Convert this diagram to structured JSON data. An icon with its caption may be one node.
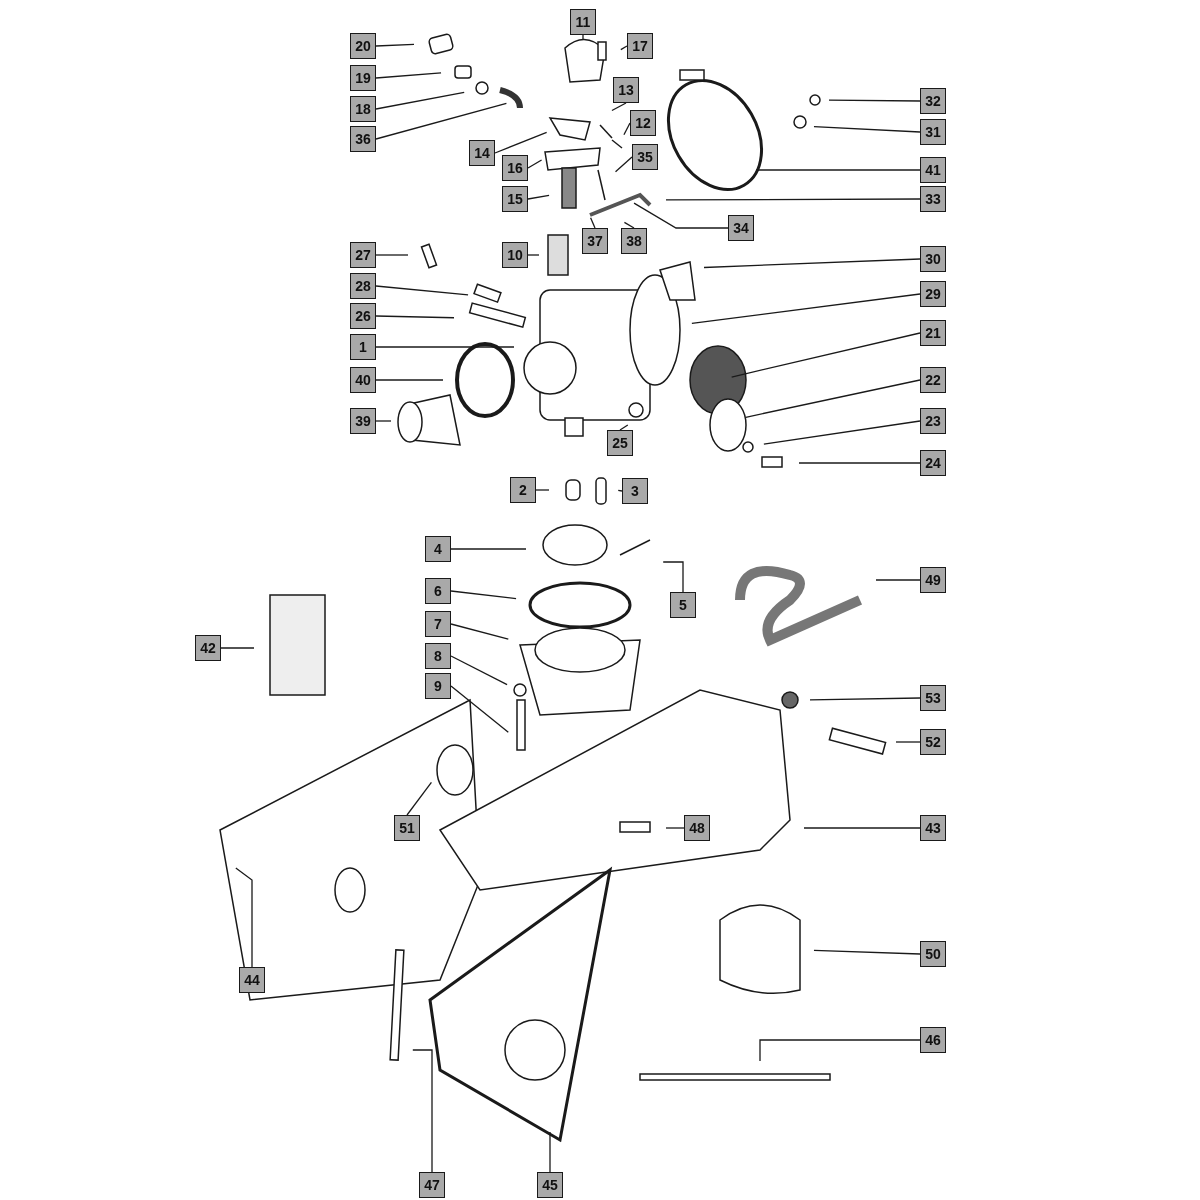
{
  "diagram": {
    "nodes": [
      {
        "text": [
          "11"
        ]
      },
      {
        "text": [
          "20"
        ]
      },
      {
        "text": [
          "17"
        ]
      },
      {
        "text": [
          "19"
        ]
      },
      {
        "text": [
          "13"
        ]
      },
      {
        "text": [
          "32"
        ]
      },
      {
        "text": [
          "18"
        ]
      },
      {
        "text": [
          "12"
        ]
      },
      {
        "text": [
          "36"
        ]
      },
      {
        "text": [
          "31"
        ]
      },
      {
        "text": [
          "14"
        ]
      },
      {
        "text": [
          "35"
        ]
      },
      {
        "text": [
          "16"
        ]
      },
      {
        "text": [
          "41"
        ]
      },
      {
        "text": [
          "15"
        ]
      },
      {
        "text": [
          "33"
        ]
      },
      {
        "text": [
          "34"
        ]
      },
      {
        "text": [
          "37"
        ]
      },
      {
        "text": [
          "38"
        ]
      },
      {
        "text": [
          "27"
        ]
      },
      {
        "text": [
          "10"
        ]
      },
      {
        "text": [
          "30"
        ]
      },
      {
        "text": [
          "28"
        ]
      },
      {
        "text": [
          "29"
        ]
      },
      {
        "text": [
          "26"
        ]
      },
      {
        "text": [
          "1"
        ]
      },
      {
        "text": [
          "21"
        ]
      },
      {
        "text": [
          "40"
        ]
      },
      {
        "text": [
          "22"
        ]
      },
      {
        "text": [
          "39"
        ]
      },
      {
        "text": [
          "25"
        ]
      },
      {
        "text": [
          "23"
        ]
      },
      {
        "text": [
          "24"
        ]
      },
      {
        "text": [
          "2"
        ]
      },
      {
        "text": [
          "3"
        ]
      },
      {
        "text": [
          "4"
        ]
      },
      {
        "text": [
          "49"
        ]
      },
      {
        "text": [
          "5"
        ]
      },
      {
        "text": [
          "6"
        ]
      },
      {
        "text": [
          "7"
        ]
      },
      {
        "text": [
          "42"
        ]
      },
      {
        "text": [
          "8"
        ]
      },
      {
        "text": [
          "53"
        ]
      },
      {
        "text": [
          "9"
        ]
      },
      {
        "text": [
          "52"
        ]
      },
      {
        "text": [
          "51"
        ]
      },
      {
        "text": [
          "48"
        ]
      },
      {
        "text": [
          "43"
        ]
      },
      {
        "text": [
          "50"
        ]
      },
      {
        "text": [
          "44"
        ]
      },
      {
        "text": [
          "46"
        ]
      },
      {
        "text": [
          "47"
        ]
      },
      {
        "text": [
          "45"
        ]
      }
    ],
    "edges": [
      {
        "from": 0,
        "to": null,
        "arrow": "none"
      },
      {
        "from": 1,
        "to": null,
        "arrow": "none"
      },
      {
        "from": 2,
        "to": null,
        "arrow": "none"
      },
      {
        "from": 3,
        "to": null,
        "arrow": "none"
      },
      {
        "from": 4,
        "to": null,
        "arrow": "none"
      },
      {
        "from": 5,
        "to": null,
        "arrow": "none"
      },
      {
        "from": 6,
        "to": null,
        "arrow": "none"
      },
      {
        "from": 7,
        "to": null,
        "arrow": "none"
      },
      {
        "from": 8,
        "to": null,
        "arrow": "none"
      },
      {
        "from": 9,
        "to": null,
        "arrow": "none"
      },
      {
        "from": 10,
        "to": null,
        "arrow": "none"
      },
      {
        "from": 11,
        "to": null,
        "arrow": "none"
      },
      {
        "from": 12,
        "to": null,
        "arrow": "none"
      },
      {
        "from": 13,
        "to": null,
        "arrow": "none"
      },
      {
        "from": 14,
        "to": null,
        "arrow": "none"
      },
      {
        "from": 15,
        "to": null,
        "arrow": "none"
      },
      {
        "from": 16,
        "to": null,
        "arrow": "none"
      },
      {
        "from": 17,
        "to": null,
        "arrow": "none"
      },
      {
        "from": 18,
        "to": null,
        "arrow": "none"
      },
      {
        "from": 19,
        "to": null,
        "arrow": "none"
      },
      {
        "from": 20,
        "to": null,
        "arrow": "none"
      },
      {
        "from": 21,
        "to": null,
        "arrow": "none"
      },
      {
        "from": 22,
        "to": null,
        "arrow": "none"
      },
      {
        "from": 23,
        "to": null,
        "arrow": "none"
      },
      {
        "from": 24,
        "to": null,
        "arrow": "none"
      },
      {
        "from": 25,
        "to": null,
        "arrow": "none"
      },
      {
        "from": 26,
        "to": null,
        "arrow": "none"
      },
      {
        "from": 27,
        "to": null,
        "arrow": "none"
      },
      {
        "from": 28,
        "to": null,
        "arrow": "none"
      },
      {
        "from": 29,
        "to": null,
        "arrow": "none"
      },
      {
        "from": 30,
        "to": null,
        "arrow": "none"
      },
      {
        "from": 31,
        "to": null,
        "arrow": "none"
      },
      {
        "from": 32,
        "to": null,
        "arrow": "none"
      },
      {
        "from": 33,
        "to": null,
        "arrow": "none"
      },
      {
        "from": 34,
        "to": null,
        "arrow": "none"
      },
      {
        "from": 35,
        "to": null,
        "arrow": "none"
      },
      {
        "from": 36,
        "to": null,
        "arrow": "none"
      },
      {
        "from": 37,
        "to": null,
        "arrow": "none"
      },
      {
        "from": 38,
        "to": null,
        "arrow": "none"
      },
      {
        "from": 39,
        "to": null,
        "arrow": "none"
      },
      {
        "from": 40,
        "to": null,
        "arrow": "none"
      },
      {
        "from": 41,
        "to": null,
        "arrow": "none"
      },
      {
        "from": 42,
        "to": null,
        "arrow": "none"
      },
      {
        "from": 43,
        "to": null,
        "arrow": "none"
      },
      {
        "from": 44,
        "to": null,
        "arrow": "none"
      },
      {
        "from": 45,
        "to": null,
        "arrow": "none"
      },
      {
        "from": 46,
        "to": null,
        "arrow": "none"
      },
      {
        "from": 47,
        "to": null,
        "arrow": "none"
      },
      {
        "from": 48,
        "to": null,
        "arrow": "none"
      },
      {
        "from": 49,
        "to": null,
        "arrow": "none"
      },
      {
        "from": 50,
        "to": null,
        "arrow": "none"
      },
      {
        "from": 51,
        "to": null,
        "arrow": "none"
      },
      {
        "from": 52,
        "to": null,
        "arrow": "none"
      }
    ]
  }
}
